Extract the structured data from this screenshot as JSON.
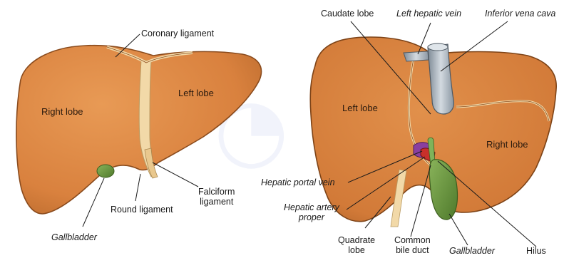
{
  "left_view": {
    "labels": {
      "coronary_ligament": "Coronary ligament",
      "right_lobe": "Right lobe",
      "left_lobe": "Left lobe",
      "round_ligament": "Round ligament",
      "falciform_ligament": "Falciform\nligament",
      "gallbladder": "Gallbladder"
    }
  },
  "right_view": {
    "labels": {
      "caudate_lobe": "Caudate lobe",
      "left_hepatic_vein": "Left hepatic vein",
      "inferior_vena_cava": "Inferior vena cava",
      "left_lobe": "Left lobe",
      "right_lobe": "Right lobe",
      "hepatic_portal_vein": "Hepatic portal vein",
      "hepatic_artery_proper": "Hepatic artery\nproper",
      "quadrate_lobe": "Quadrate\nlobe",
      "common_bile_duct": "Common\nbile duct",
      "gallbladder": "Gallbladder",
      "hilus": "Hilus"
    }
  },
  "colors": {
    "liver_fill": "#d98440",
    "liver_dark": "#b8692c",
    "liver_outline": "#8a4b1d",
    "ligament": "#f2d9a8",
    "gallbladder": "#5f8f3a",
    "vein": "#a9b4bf",
    "portal_vein": "#8a3fa0",
    "artery": "#c8302a",
    "leader_line": "#1a1a1a"
  }
}
